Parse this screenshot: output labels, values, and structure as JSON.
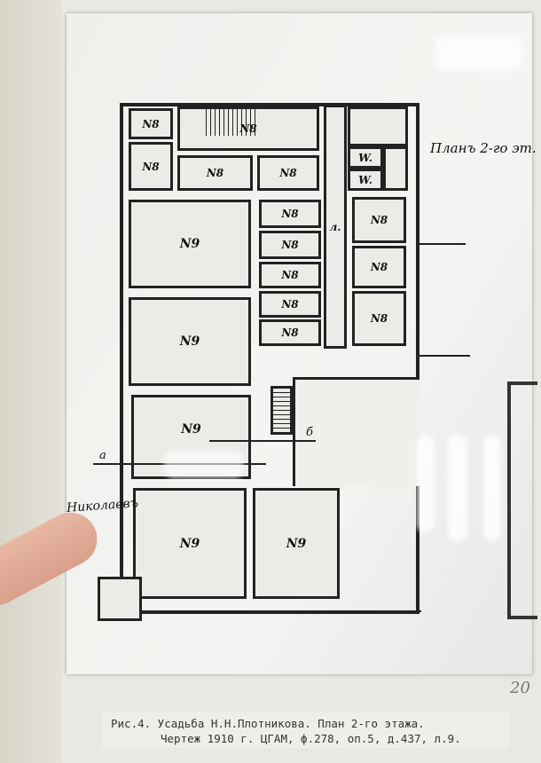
{
  "plan": {
    "title_handwritten": "Планъ 2-го эт.",
    "rooms_top": [
      "N8",
      "N8",
      "N8",
      "N8",
      "N8"
    ],
    "toilets": [
      "W.",
      "W."
    ],
    "rooms_mid": [
      "N8",
      "N8",
      "N8",
      "N8",
      "N8"
    ],
    "rooms_right": [
      "N8",
      "N8",
      "N8"
    ],
    "rooms_large": [
      "N9",
      "N9",
      "N9",
      "N9",
      "N9"
    ],
    "corridor_label": "л.",
    "section_a": "a",
    "section_b": "б",
    "signature": "Николаевъ"
  },
  "page_number": "20",
  "caption": {
    "line1": "Рис.4. Усадьба Н.Н.Плотникова. План 2-го этажа.",
    "line2": "Чертеж 1910 г. ЦГАМ, ф.278, оп.5, д.437, л.9."
  }
}
